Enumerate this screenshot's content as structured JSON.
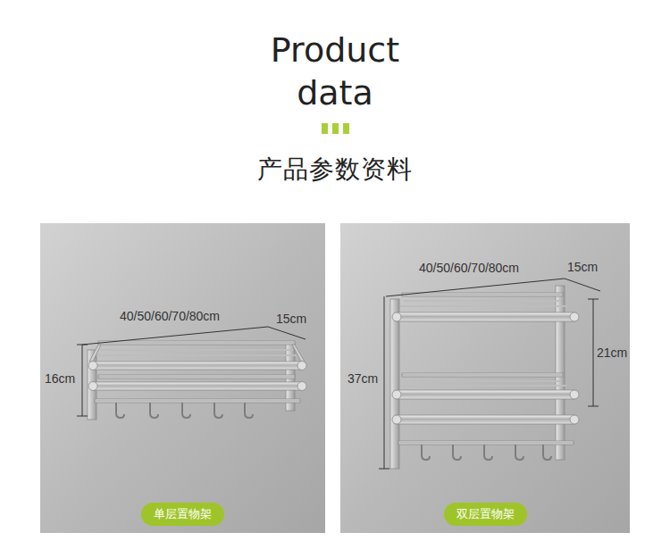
{
  "diagram": {
    "title": "Product data",
    "nodes": [
      {
        "text": [
          "单层置物架"
        ]
      },
      {
        "text": [
          "双层置物架"
        ]
      }
    ],
    "labels": [
      "产品参数资料",
      "40/50/60/70/80cm",
      "15cm",
      "16cm",
      "40/50/60/70/80cm",
      "15cm",
      "21cm",
      "37cm"
    ]
  }
}
